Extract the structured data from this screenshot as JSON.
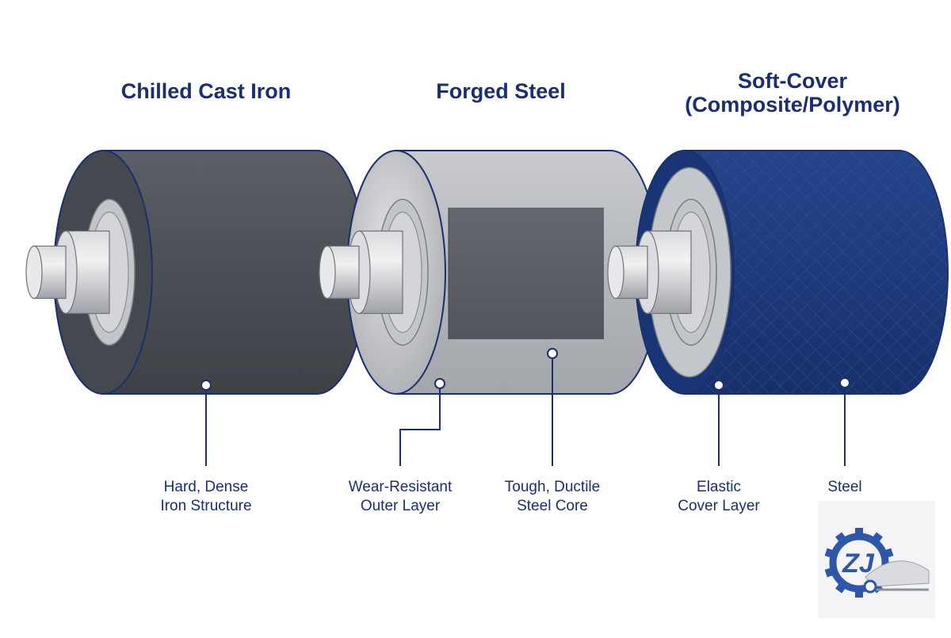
{
  "rollers": [
    {
      "id": "chilled-cast-iron",
      "title_lines": [
        "Chilled Cast Iron"
      ],
      "callouts": [
        {
          "lines": [
            "Hard, Dense",
            "Iron Structure"
          ]
        }
      ]
    },
    {
      "id": "forged-steel",
      "title_lines": [
        "Forged Steel"
      ],
      "callouts": [
        {
          "lines": [
            "Wear-Resistant",
            "Outer Layer"
          ]
        },
        {
          "lines": [
            "Tough, Ductile",
            "Steel Core"
          ]
        }
      ]
    },
    {
      "id": "soft-cover",
      "title_lines": [
        "Soft-Cover",
        "(Composite/Polymer)"
      ],
      "callouts": [
        {
          "lines": [
            "Elastic",
            "Cover Layer"
          ]
        },
        {
          "lines": [
            "Steel",
            ""
          ]
        }
      ]
    }
  ],
  "logo": {
    "text": "ZJ"
  },
  "colors": {
    "title": "#1b2f6e",
    "outline": "#1b2f6e",
    "cast_iron": "#4d5258",
    "steel_light": "#b9bcc0",
    "steel_core": "#5b5f65",
    "polymer": "#1d3a7c",
    "logo_blue": "#2f57a8"
  }
}
